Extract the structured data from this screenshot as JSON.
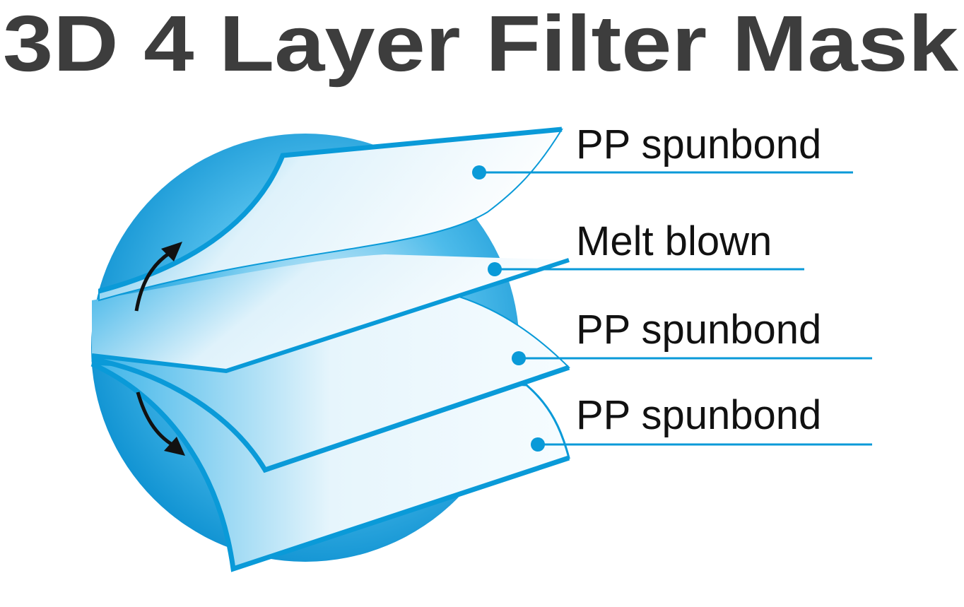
{
  "title": "3D 4 Layer Filter Mask",
  "layers": [
    {
      "label": "PP spunbond"
    },
    {
      "label": "Melt blown"
    },
    {
      "label": "PP spunbond"
    },
    {
      "label": "PP spunbond"
    }
  ],
  "colors": {
    "accent": "#0a9ad8",
    "title": "#3d3d3d",
    "text": "#111111"
  }
}
